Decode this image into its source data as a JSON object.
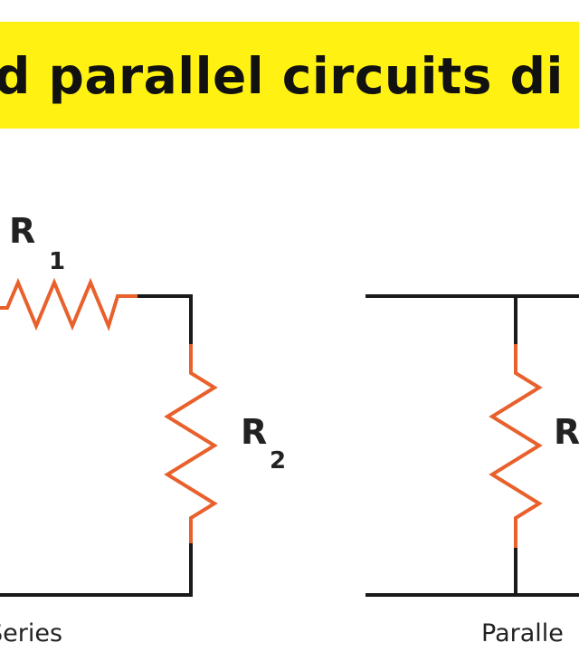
{
  "title": "d parallel circuits di",
  "colors": {
    "banner": "#fff212",
    "wire": "#1a1a1a",
    "resistor": "#e8612c"
  },
  "series": {
    "r1": {
      "letter": "R",
      "subscript": "1"
    },
    "r2": {
      "letter": "R",
      "subscript": "2"
    },
    "caption": "Series"
  },
  "parallel": {
    "r1": {
      "letter": "R"
    },
    "caption": "Paralle"
  }
}
